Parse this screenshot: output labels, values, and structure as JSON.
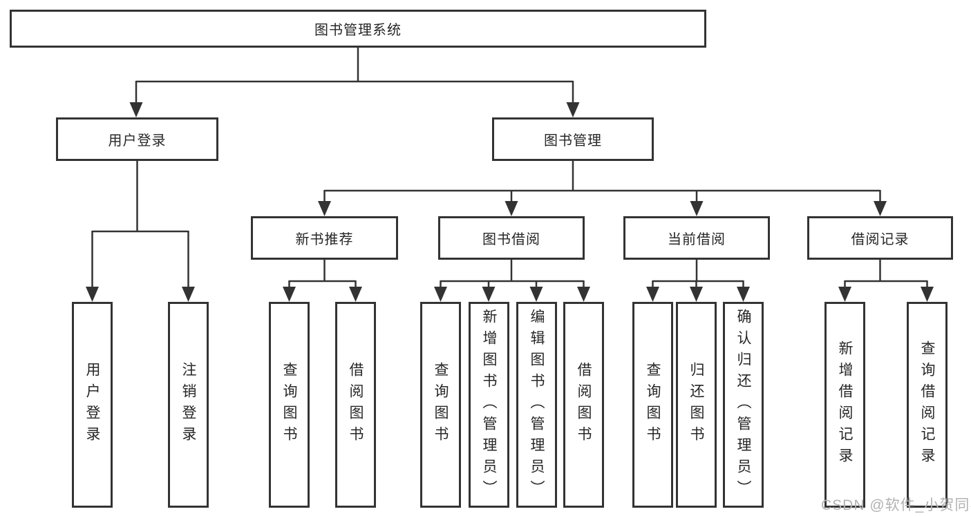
{
  "tree": {
    "label": "图书管理系统",
    "children": [
      {
        "label": "用户登录",
        "children": [
          {
            "label": "用户登录"
          },
          {
            "label": "注销登录"
          }
        ]
      },
      {
        "label": "图书管理",
        "children": [
          {
            "label": "新书推荐",
            "children": [
              {
                "label": "查询图书"
              },
              {
                "label": "借阅图书"
              }
            ]
          },
          {
            "label": "图书借阅",
            "children": [
              {
                "label": "查询图书"
              },
              {
                "label": "新增图书（管理员）"
              },
              {
                "label": "编辑图书（管理员）"
              },
              {
                "label": "借阅图书"
              }
            ]
          },
          {
            "label": "当前借阅",
            "children": [
              {
                "label": "查询图书"
              },
              {
                "label": "归还图书"
              },
              {
                "label": "确认归还（管理员）"
              }
            ]
          },
          {
            "label": "借阅记录",
            "children": [
              {
                "label": "新增借阅记录"
              },
              {
                "label": "查询借阅记录"
              }
            ]
          }
        ]
      }
    ]
  },
  "watermark": "CSDN @软件_小贺同学",
  "colors": {
    "background": "#ffffff",
    "line": "#333333",
    "box_border": "#333333",
    "box_fill": "#ffffff",
    "text": "#262626",
    "watermark": "#b2b2b2"
  }
}
